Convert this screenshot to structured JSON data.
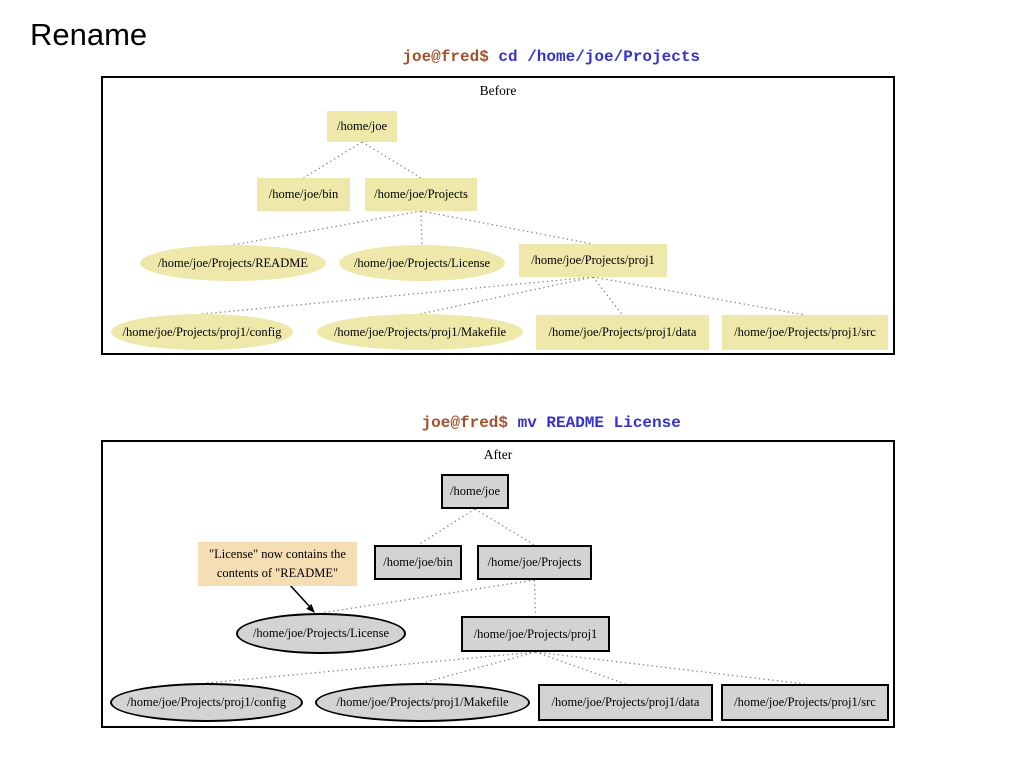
{
  "slide": {
    "title": "Rename"
  },
  "commands": [
    {
      "prompt": "joe@fred$",
      "command": "cd /home/joe/Projects"
    },
    {
      "prompt": "joe@fred$",
      "command": "mv README License"
    }
  ],
  "colors": {
    "prompt": "#A0522D",
    "command": "#3333CC",
    "annotation_fill": "#F5DEB3",
    "edge": "#808080",
    "border": "#000000"
  },
  "diagrams": {
    "before": {
      "label": "Before",
      "node_fill": "#EEE8AA",
      "bordered": false,
      "nodes": [
        {
          "id": "home",
          "shape": "box",
          "label": "/home/joe"
        },
        {
          "id": "bin",
          "shape": "box",
          "label": "/home/joe/bin"
        },
        {
          "id": "projects",
          "shape": "box",
          "label": "/home/joe/Projects"
        },
        {
          "id": "readme",
          "shape": "ellipse",
          "label": "/home/joe/Projects/README"
        },
        {
          "id": "license",
          "shape": "ellipse",
          "label": "/home/joe/Projects/License"
        },
        {
          "id": "proj1",
          "shape": "box",
          "label": "/home/joe/Projects/proj1"
        },
        {
          "id": "config",
          "shape": "ellipse",
          "label": "/home/joe/Projects/proj1/config"
        },
        {
          "id": "makefile",
          "shape": "ellipse",
          "label": "/home/joe/Projects/proj1/Makefile"
        },
        {
          "id": "data",
          "shape": "box",
          "label": "/home/joe/Projects/proj1/data"
        },
        {
          "id": "src",
          "shape": "box",
          "label": "/home/joe/Projects/proj1/src"
        }
      ],
      "edges": [
        [
          "home",
          "bin"
        ],
        [
          "home",
          "projects"
        ],
        [
          "projects",
          "readme"
        ],
        [
          "projects",
          "license"
        ],
        [
          "projects",
          "proj1"
        ],
        [
          "proj1",
          "config"
        ],
        [
          "proj1",
          "makefile"
        ],
        [
          "proj1",
          "data"
        ],
        [
          "proj1",
          "src"
        ]
      ]
    },
    "after": {
      "label": "After",
      "node_fill": "#D3D3D3",
      "bordered": true,
      "annotation": {
        "lines": [
          "\"License\" now contains the",
          "contents of \"README\""
        ]
      },
      "nodes": [
        {
          "id": "home",
          "shape": "box",
          "label": "/home/joe"
        },
        {
          "id": "bin",
          "shape": "box",
          "label": "/home/joe/bin"
        },
        {
          "id": "projects",
          "shape": "box",
          "label": "/home/joe/Projects"
        },
        {
          "id": "license",
          "shape": "ellipse",
          "label": "/home/joe/Projects/License"
        },
        {
          "id": "proj1",
          "shape": "box",
          "label": "/home/joe/Projects/proj1"
        },
        {
          "id": "config",
          "shape": "ellipse",
          "label": "/home/joe/Projects/proj1/config"
        },
        {
          "id": "makefile",
          "shape": "ellipse",
          "label": "/home/joe/Projects/proj1/Makefile"
        },
        {
          "id": "data",
          "shape": "box",
          "label": "/home/joe/Projects/proj1/data"
        },
        {
          "id": "src",
          "shape": "box",
          "label": "/home/joe/Projects/proj1/src"
        }
      ],
      "edges": [
        [
          "home",
          "bin"
        ],
        [
          "home",
          "projects"
        ],
        [
          "projects",
          "license"
        ],
        [
          "projects",
          "proj1"
        ],
        [
          "proj1",
          "config"
        ],
        [
          "proj1",
          "makefile"
        ],
        [
          "proj1",
          "data"
        ],
        [
          "proj1",
          "src"
        ]
      ]
    }
  }
}
